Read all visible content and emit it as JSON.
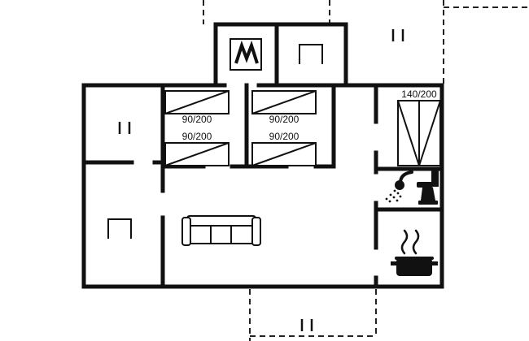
{
  "plan": {
    "colors": {
      "wall": "#111111",
      "ink": "#111111",
      "dash": "#222222",
      "background": "#ffffff"
    },
    "beds": [
      {
        "id": "single-bed-1",
        "room": "bedroom-1",
        "size_label": "90/200"
      },
      {
        "id": "single-bed-2",
        "room": "bedroom-1",
        "size_label": "90/200"
      },
      {
        "id": "single-bed-3",
        "room": "bedroom-2",
        "size_label": "90/200"
      },
      {
        "id": "single-bed-4",
        "room": "bedroom-2",
        "size_label": "90/200"
      },
      {
        "id": "double-bed",
        "room": "bedroom-3",
        "size_label": "140/200"
      }
    ],
    "icons": {
      "wardrobe": "wardrobe-icon",
      "chair": "chair-icon",
      "sofa": "sofa-icon",
      "shower": "shower-icon",
      "toilet": "toilet-icon",
      "cooking_pot": "cooking-pot-icon",
      "steam": "steam-icon",
      "window_marker": "window-marker"
    }
  }
}
